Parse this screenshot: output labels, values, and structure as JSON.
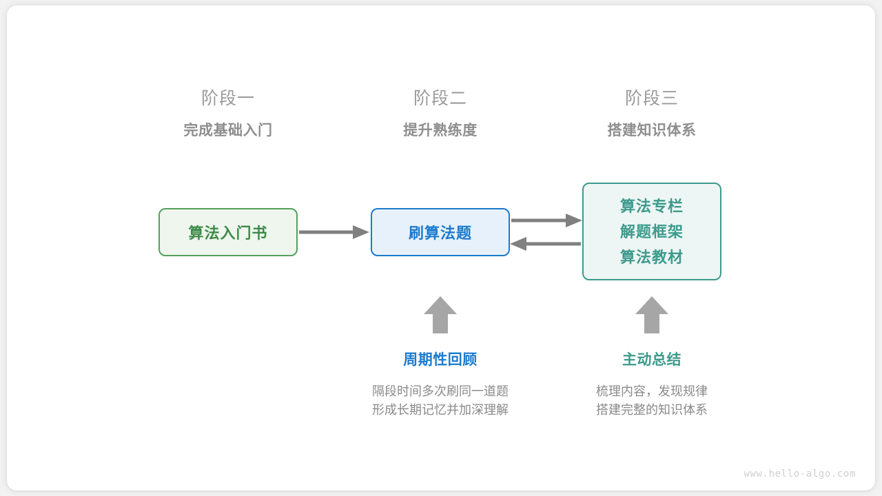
{
  "phases": [
    {
      "title": "阶段一",
      "subtitle": "完成基础入门"
    },
    {
      "title": "阶段二",
      "subtitle": "提升熟练度"
    },
    {
      "title": "阶段三",
      "subtitle": "搭建知识体系"
    }
  ],
  "nodes": {
    "book": {
      "lines": [
        "算法入门书"
      ],
      "border_color": "#54a05c",
      "fill_color": "#eef6ee",
      "text_color": "#3f8a48"
    },
    "practice": {
      "lines": [
        "刷算法题"
      ],
      "border_color": "#1a7ace",
      "fill_color": "#e7f1fb",
      "text_color": "#1a7ace"
    },
    "resources": {
      "lines": [
        "算法专栏",
        "解题框架",
        "算法教材"
      ],
      "border_color": "#3d9a8c",
      "fill_color": "#edf6f4",
      "text_color": "#3d9a8c"
    }
  },
  "node_lines": {
    "book_1": "算法入门书",
    "practice_1": "刷算法题",
    "resources_1": "算法专栏",
    "resources_2": "解题框架",
    "resources_3": "算法教材"
  },
  "arrows": {
    "color": "#808080",
    "book_to_practice": "right",
    "practice_to_resources": "right",
    "resources_to_practice": "left",
    "up_arrow_review": "up",
    "up_arrow_summary": "up"
  },
  "notes": [
    {
      "title": "周期性回顾",
      "color": "#1a7ace",
      "body_line_1": "隔段时间多次刷同一道题",
      "body_line_2": "形成长期记忆并加深理解"
    },
    {
      "title": "主动总结",
      "color": "#3d9a8c",
      "body_line_1": "梳理内容，发现规律",
      "body_line_2": "搭建完整的知识体系"
    }
  ],
  "watermark": "www.hello-algo.com"
}
